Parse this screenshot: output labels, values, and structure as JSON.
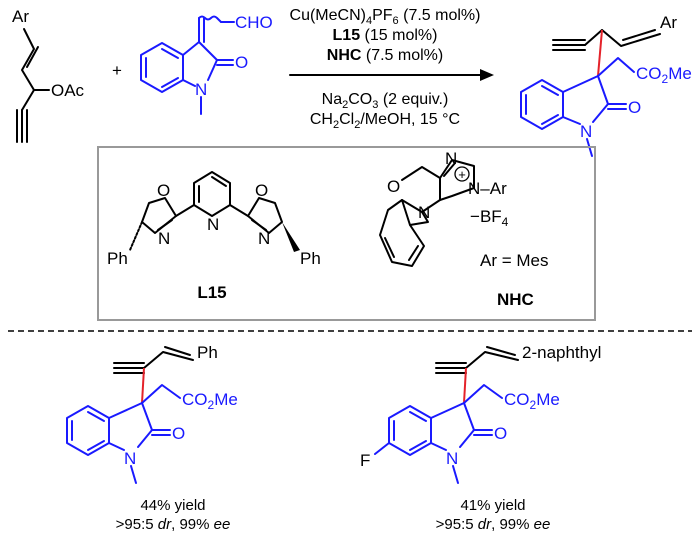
{
  "colors": {
    "reagent": "#000000",
    "indolinone": "#1a1aff",
    "new_bond": "#e4222a",
    "box": "#999999"
  },
  "reagent_1": {
    "ar": "Ar",
    "oac": "OAc"
  },
  "reagent_2": {
    "cho": "CHO",
    "o": "O",
    "n": "N"
  },
  "plus": "+",
  "conditions": {
    "catalyst_pre": "Cu(MeCN)",
    "catalyst_sub1": "4",
    "catalyst_mid": "PF",
    "catalyst_sub2": "6",
    "catalyst_post": " (7.5 mol%)",
    "ligand_name": "L15",
    "ligand_load": " (15 mol%)",
    "nhc_name": "NHC",
    "nhc_load": " (7.5 mol%)",
    "base_pre": "Na",
    "base_sub1": "2",
    "base_mid": "CO",
    "base_sub2": "3",
    "base_post": " (2 equiv.)",
    "solvent_pre": "CH",
    "solvent_sub1": "2",
    "solvent_mid": "Cl",
    "solvent_sub2": "2",
    "solvent_post": "/MeOH, 15 °C"
  },
  "product": {
    "ar": "Ar",
    "ester_pre": "CO",
    "ester_sub": "2",
    "ester_post": "Me",
    "o": "O",
    "n": "N"
  },
  "ligand_box": {
    "l15": {
      "o": "O",
      "n": "N",
      "ph": "Ph",
      "label": "L15"
    },
    "nhc": {
      "o": "O",
      "n": "N",
      "plus": "+",
      "n_ar": "N–Ar",
      "minus": "−",
      "bf_pre": "BF",
      "bf_sub": "4",
      "ar_eq": "Ar = Mes",
      "label": "NHC"
    }
  },
  "examples": [
    {
      "substituent": "Ph",
      "ester_pre": "CO",
      "ester_sub": "2",
      "ester_post": "Me",
      "o": "O",
      "n": "N",
      "yield": "44% yield",
      "sel_pre": ">95:5 ",
      "dr": "dr",
      "sel_mid": ", 99% ",
      "ee": "ee"
    },
    {
      "substituent": "2-naphthyl",
      "ester_pre": "CO",
      "ester_sub": "2",
      "ester_post": "Me",
      "o": "O",
      "n": "N",
      "f": "F",
      "yield": "41% yield",
      "sel_pre": ">95:5 ",
      "dr": "dr",
      "sel_mid": ", 99% ",
      "ee": "ee"
    }
  ]
}
